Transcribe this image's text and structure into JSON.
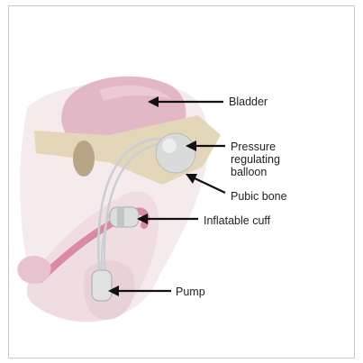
{
  "labels": {
    "bladder": "Bladder",
    "balloon": "Pressure regulating balloon",
    "pubic_bone": "Pubic bone",
    "cuff": "Inflatable cuff",
    "pump": "Pump"
  },
  "colors": {
    "bladder": "#e3b8c6",
    "bone": "#e4d6b8",
    "tissue": "#f1e1e4",
    "urethra": "#d98aa6",
    "device": "#d9dbdb",
    "arrow": "#111111"
  }
}
